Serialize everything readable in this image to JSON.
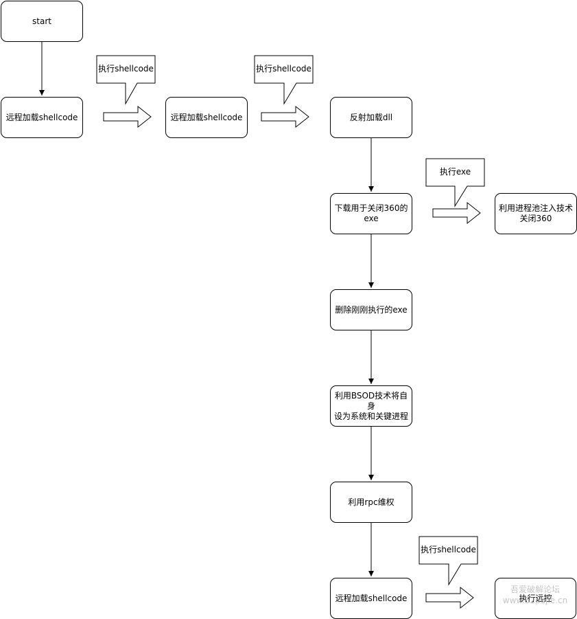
{
  "nodes": {
    "start": "start",
    "remote_load_1": "远程加载shellcode",
    "remote_load_2": "远程加载shellcode",
    "reflective_dll": "反射加载dll",
    "download_exe": "下载用于关闭360的\nexe",
    "kill_360": "利用进程池注入技术\n关闭360",
    "delete_exe": "删除刚刚执行的exe",
    "bsod": "利用BSOD技术将自身\n设为系统和关键进程",
    "rpc": "利用rpc维权",
    "remote_load_3": "远程加载shellcode",
    "execute_final": "执行远控"
  },
  "callouts": {
    "c1": "执行shellcode",
    "c2": "执行shellcode",
    "c3": "执行exe",
    "c4": "执行shellcode"
  },
  "watermark": {
    "line1": "吾爱破解论坛",
    "line2": "www.52pojie.cn"
  },
  "colors": {
    "stroke": "#000000",
    "fill": "#ffffff"
  }
}
